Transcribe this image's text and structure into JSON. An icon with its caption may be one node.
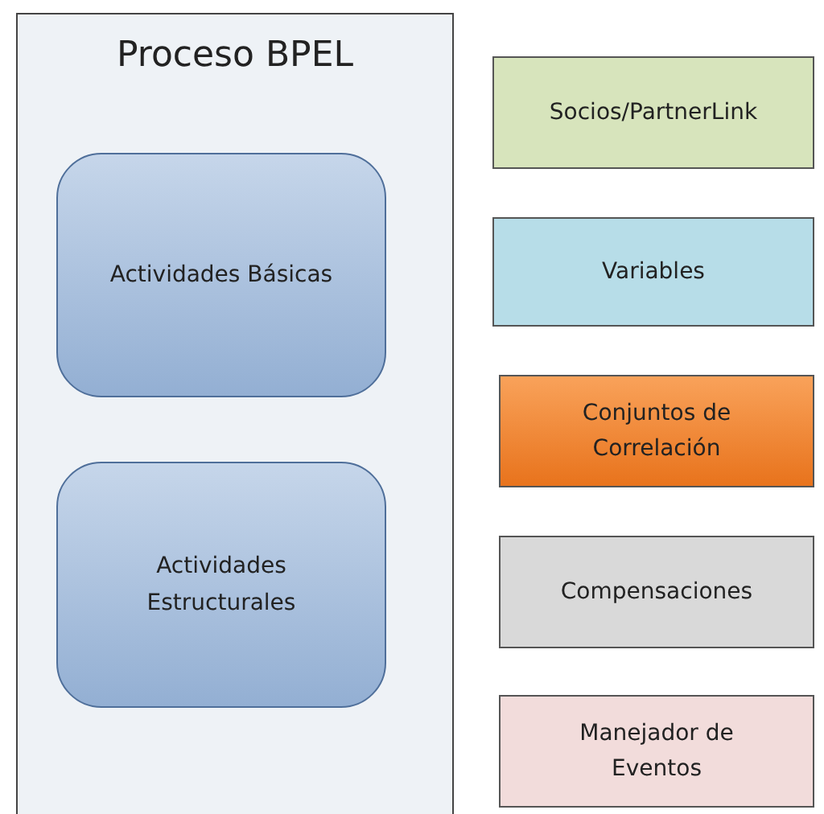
{
  "diagram": {
    "nodes": [
      {
        "text": [
          "Proceso BPEL"
        ]
      },
      {
        "text": [
          "Actividades Básicas"
        ],
        "in": 0
      },
      {
        "text": [
          "Actividades Estructurales"
        ],
        "in": 0
      },
      {
        "text": [
          "Socios/PartnerLink"
        ]
      },
      {
        "text": [
          "Variables"
        ]
      },
      {
        "text": [
          "Conjuntos de Correlación"
        ]
      },
      {
        "text": [
          "Compensaciones"
        ]
      },
      {
        "text": [
          "Manejador de Eventos"
        ]
      }
    ]
  }
}
